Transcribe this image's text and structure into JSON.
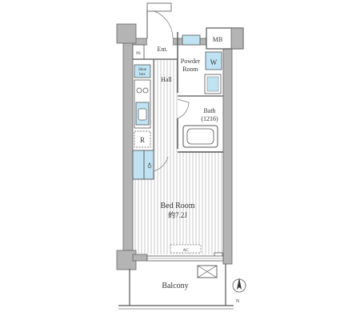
{
  "rooms": {
    "entrance": "Ent.",
    "powder_room_line1": "Powder",
    "powder_room_line2": "Room",
    "meter_box": "MB",
    "pipe_space": "PS",
    "hall": "Hall",
    "storage_box_line1": "Shoe",
    "storage_box_line2": "box",
    "bath_line1": "Bath",
    "bath_line2": "(1216)",
    "refrigerator": "R",
    "washer": "W",
    "bedroom_line1": "Bed Room",
    "bedroom_line2": "約7.2J",
    "air_conditioner": "AC",
    "balcony": "Balcony"
  },
  "compass": {
    "north_label": "N"
  },
  "colors": {
    "wall": "#b4b4b4",
    "wall_outline": "#666666",
    "floor_stripe": "#c9c9c9",
    "fixture_blue": "#bfe3f2",
    "line": "#555555"
  }
}
